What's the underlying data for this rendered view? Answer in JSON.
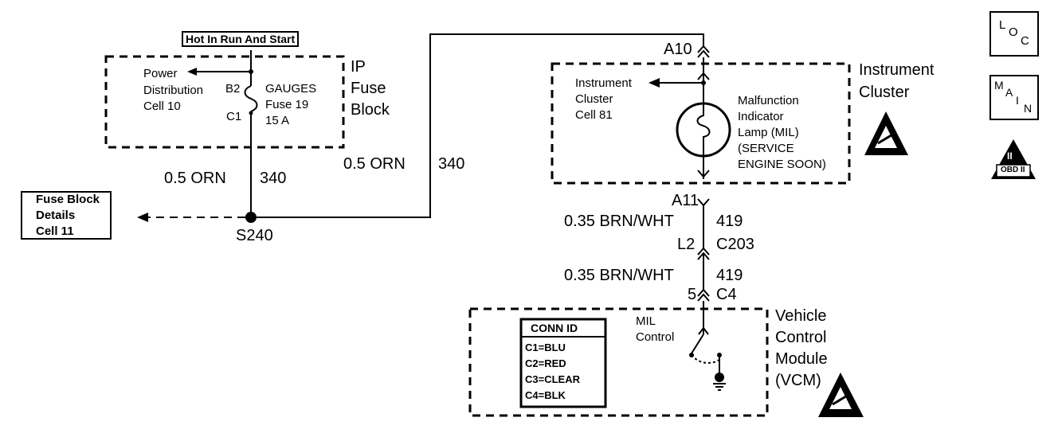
{
  "power": {
    "hot_label": "Hot In Run And Start",
    "fuse_block_name": [
      "IP",
      "Fuse",
      "Block"
    ],
    "power_dist_ref": [
      "Power",
      "Distribution",
      "Cell 10"
    ],
    "pin_b2": "B2",
    "pin_c1": "C1",
    "fuse_name": [
      "GAUGES",
      "Fuse 19",
      "15 A"
    ],
    "wire_left_size": "0.5 ORN",
    "wire_left_circuit": "340",
    "splice": "S240",
    "fuse_details_ref": [
      "Fuse Block",
      "Details",
      "Cell 11"
    ],
    "wire_top_size": "0.5 ORN",
    "wire_top_circuit": "340"
  },
  "cluster": {
    "name": [
      "Instrument",
      "Cluster"
    ],
    "pin_in": "A10",
    "pin_out": "A11",
    "cell_ref": [
      "Instrument",
      "Cluster",
      "Cell 81"
    ],
    "mil_label": [
      "Malfunction",
      "Indicator",
      "Lamp (MIL)",
      "(SERVICE",
      "ENGINE SOON)"
    ]
  },
  "harness": {
    "wire1_size": "0.35 BRN/WHT",
    "wire1_circuit": "419",
    "conn_pin": "L2",
    "conn_name": "C203",
    "wire2_size": "0.35 BRN/WHT",
    "wire2_circuit": "419",
    "vcm_pin": "5",
    "vcm_conn": "C4"
  },
  "vcm": {
    "name": [
      "Vehicle",
      "Control",
      "Module",
      "(VCM)"
    ],
    "mil_control": [
      "MIL",
      "Control"
    ],
    "conn_id_title": "CONN ID",
    "conn_ids": [
      "C1=BLU",
      "C2=RED",
      "C3=CLEAR",
      "C4=BLK"
    ]
  },
  "legend": {
    "loc": [
      "L",
      "O",
      "C"
    ],
    "main": [
      "M",
      "A",
      "I",
      "N"
    ],
    "obd": [
      "II",
      "OBD II"
    ]
  }
}
